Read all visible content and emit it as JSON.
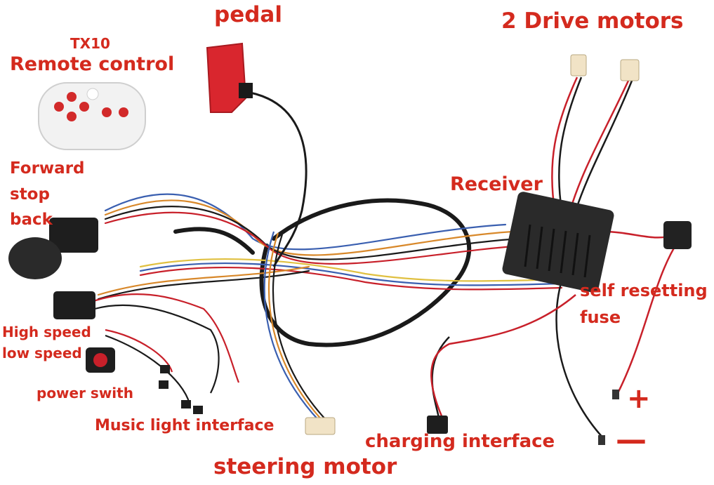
{
  "labels": {
    "pedal": "pedal",
    "drive_motors": "2 Drive motors",
    "tx10": "TX10",
    "remote_control": "Remote control",
    "forward": "Forward",
    "stop": "stop",
    "back": "back",
    "receiver": "Receiver",
    "fuse_line1": "self resetting",
    "fuse_line2": "fuse",
    "high_speed": "High speed",
    "low_speed": "low speed",
    "power_switch": "power swith",
    "music_light": "Music light interface",
    "charging": "charging interface",
    "steering_motor": "steering motor",
    "plus": "+",
    "minus": "—"
  },
  "colors": {
    "label": "#d42a1e",
    "wire_black": "#1a1a1a",
    "wire_red": "#c8202a",
    "wire_blue": "#3a5fb0",
    "wire_orange": "#d8882a",
    "wire_yellow": "#e0c040",
    "pedal": "#d9262e",
    "receiver_box": "#2a2a2a",
    "connector": "#f1e3c6"
  }
}
